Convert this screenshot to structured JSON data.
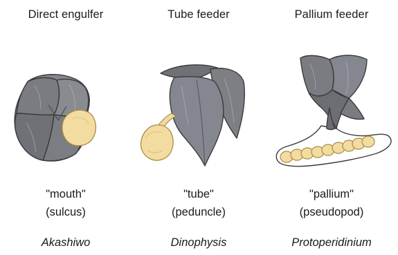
{
  "panels": [
    {
      "heading": "Direct engulfer",
      "term": "\"mouth\"",
      "parenthetical": "(sulcus)",
      "genus": "Akashiwo"
    },
    {
      "heading": "Tube feeder",
      "term": "\"tube\"",
      "parenthetical": "(peduncle)",
      "genus": "Dinophysis"
    },
    {
      "heading": "Pallium feeder",
      "term": "\"pallium\"",
      "parenthetical": "(pseudopod)",
      "genus": "Protoperidinium"
    }
  ],
  "colors": {
    "cell_body": "#7d7f84",
    "cell_body_dark": "#5c5e63",
    "prey": "#f3dca0",
    "prey_outline": "#b89a55",
    "outline": "#3a3a3a"
  },
  "icons": [
    "dinoflagellate-akashiwo-illustration",
    "dinoflagellate-dinophysis-illustration",
    "dinoflagellate-protoperidinium-illustration"
  ]
}
